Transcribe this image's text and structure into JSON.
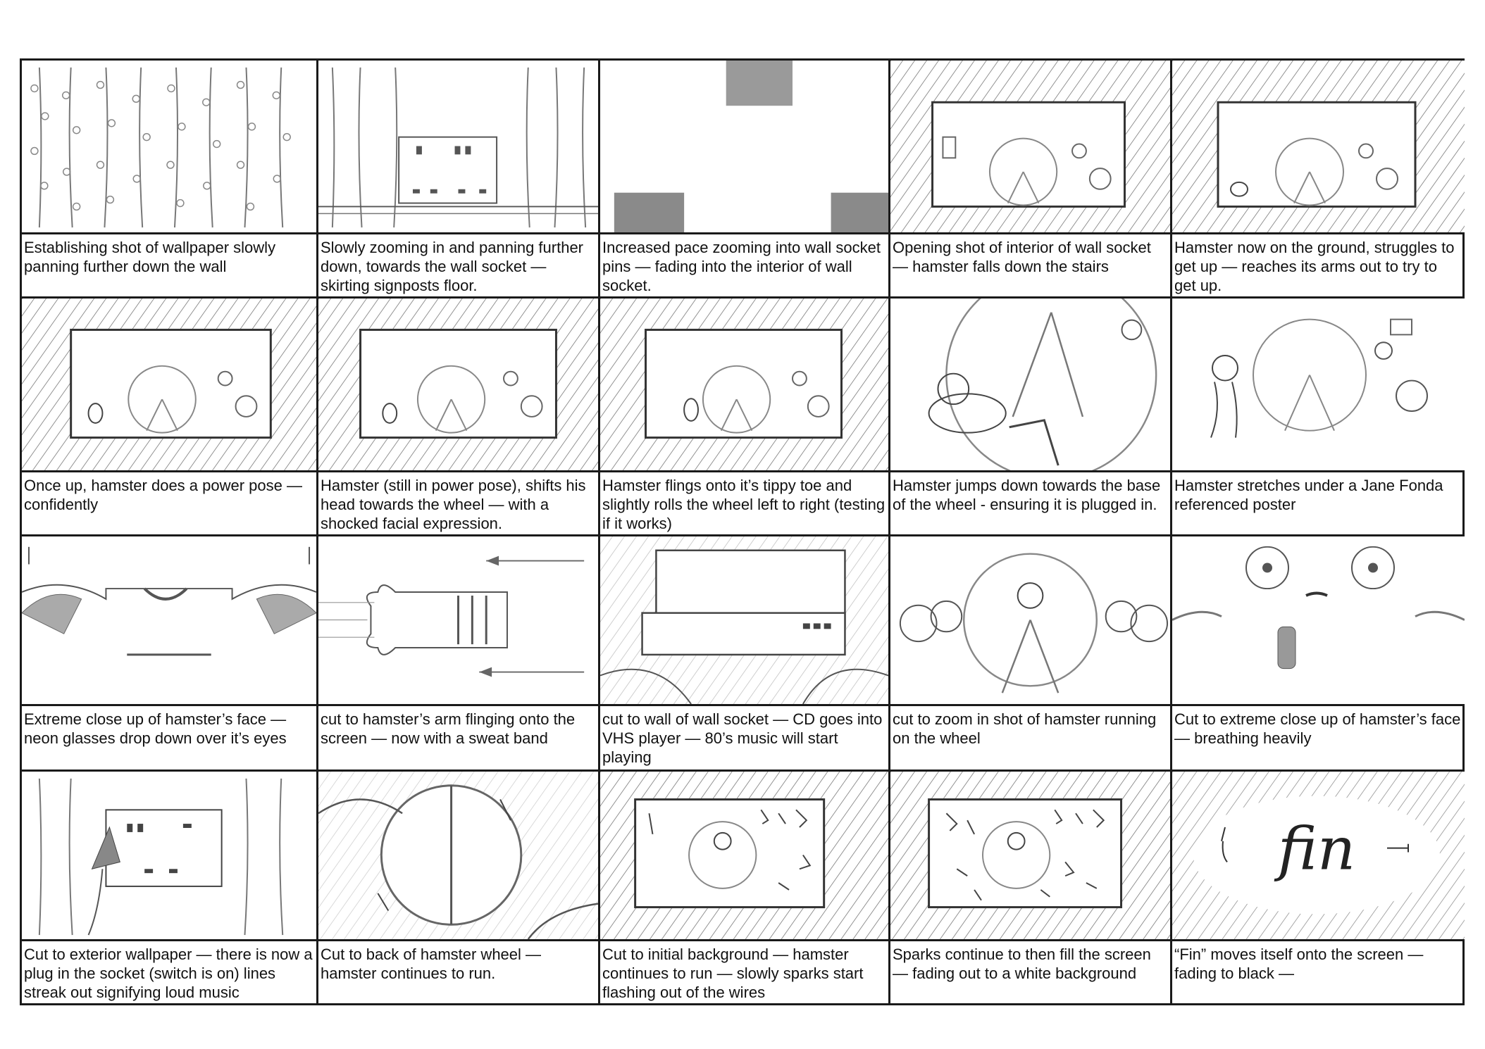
{
  "panels": [
    "Establishing shot of wallpaper slowly panning further down the wall",
    "Slowly zooming in and panning further down, towards the wall socket — skirting signposts floor.",
    "Increased pace zooming into wall socket pins — fading into the interior of wall socket.",
    "Opening shot of interior of wall socket — hamster falls down the stairs",
    "Hamster now on the ground, struggles to get up — reaches its arms out to try to get up.",
    "Once up, hamster does a power pose — confidently",
    "Hamster (still in power pose), shifts his head towards the wheel — with a shocked facial expression.",
    "Hamster flings onto it’s tippy toe and slightly rolls the wheel left to right (testing if it works)",
    "Hamster jumps down towards the base of the wheel - ensuring it is plugged in.",
    "Hamster stretches under a Jane Fonda referenced poster",
    "Extreme close up of hamster’s face — neon glasses drop down over it’s eyes",
    "cut to hamster’s arm flinging onto the screen — now with a sweat band",
    "cut to wall of wall socket — CD goes into VHS player — 80’s music will start playing",
    " cut to zoom in shot of hamster running on the wheel",
    "Cut to extreme close up of hamster’s face — breathing heavily",
    "Cut to exterior wallpaper — there is now a plug in the socket (switch is on) lines streak out signifying loud music",
    " Cut to back of hamster wheel — hamster continues to run.",
    "Cut to initial background — hamster continues to run — slowly sparks start flashing out of the wires",
    "Sparks continue to then fill the screen — fading out to a white background",
    "“Fin” moves itself onto the screen — fading to black —"
  ],
  "end_title": "fin",
  "colors": {
    "line": "#1a1a1a",
    "pencil": "#6b6b6b",
    "shade": "#9a9a9a"
  }
}
